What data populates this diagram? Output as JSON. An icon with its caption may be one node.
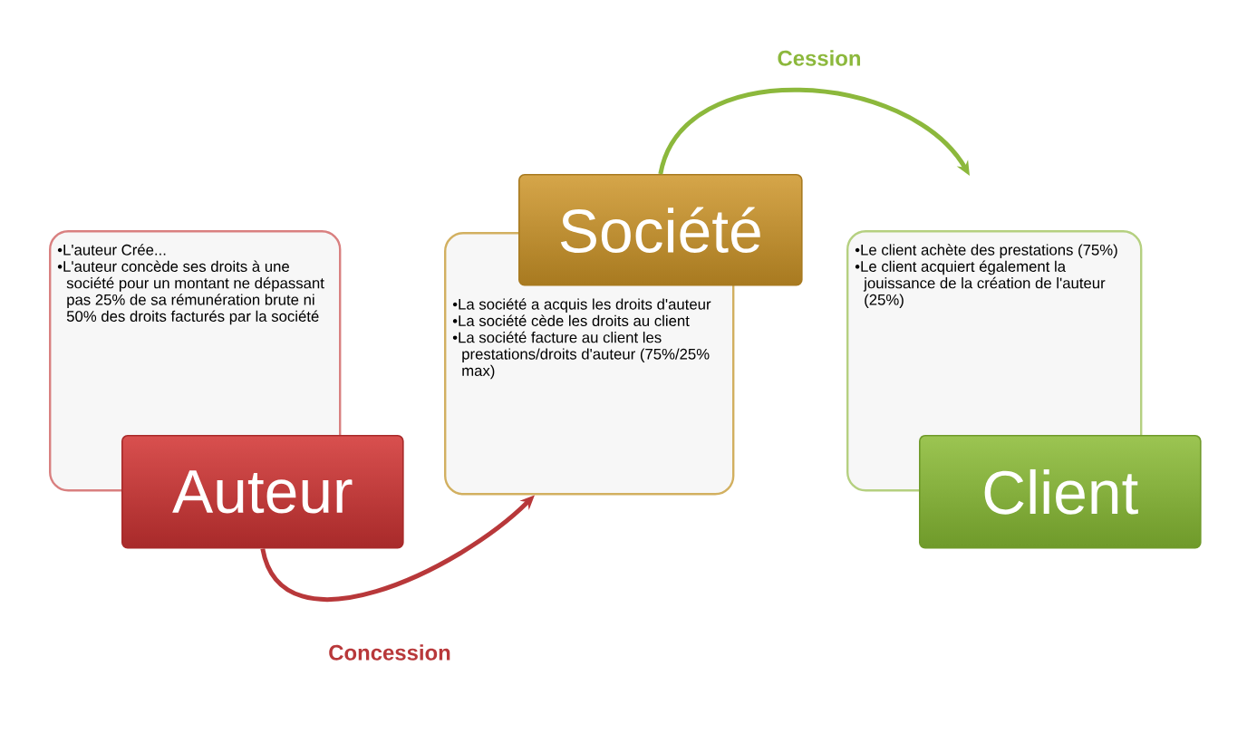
{
  "diagram": {
    "nodes": [
      {
        "text": [
          "•L'auteur Crée...",
          "•L'auteur concède ses droits à une société pour un montant ne dépassant pas 25% de sa rémunération brute ni 50% des droits facturés par la société"
        ]
      },
      {
        "text": [
          "Auteur"
        ]
      },
      {
        "text": [
          "Société"
        ]
      },
      {
        "text": [
          "•La société a acquis les droits d'auteur",
          "•La société cède les droits au client",
          "•La société facture au client les prestations/droits d'auteur (75%/25% max)"
        ]
      },
      {
        "text": [
          "•Le client achète des prestations (75%)",
          "•Le client acquiert également la jouissance de la création de l'auteur (25%)"
        ]
      },
      {
        "text": [
          "Client"
        ]
      }
    ],
    "edges": [
      {
        "from": 1,
        "to": 3,
        "arrow": "to",
        "label": "Concession",
        "color": "#b8383a"
      },
      {
        "from": 2,
        "to": 4,
        "arrow": "to",
        "label": "Cession",
        "color": "#8cb83c"
      }
    ]
  }
}
